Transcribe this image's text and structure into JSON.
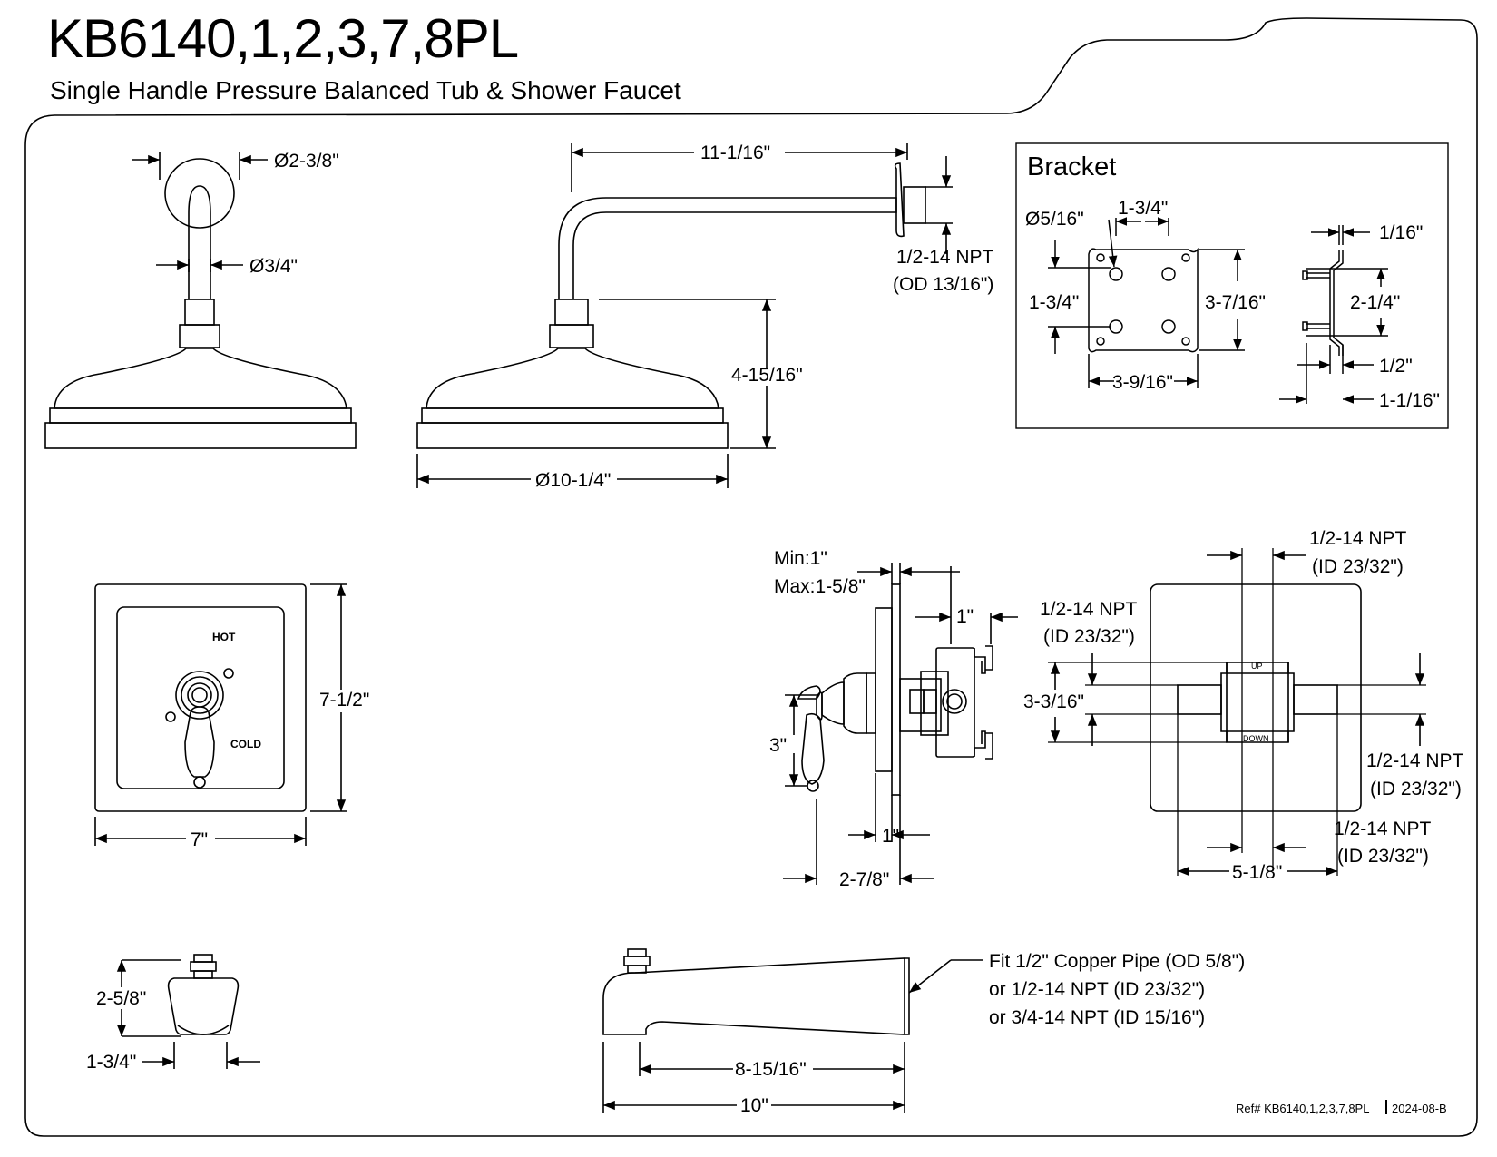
{
  "header": {
    "model": "KB6140,1,2,3,7,8PL",
    "description": "Single Handle Pressure Balanced Tub & Shower Faucet"
  },
  "showerhead_front": {
    "flange_dia": "Ø2-3/8\"",
    "arm_dia": "Ø3/4\""
  },
  "showerhead_side": {
    "arm_length": "11-1/16\"",
    "thread_line1": "1/2-14 NPT",
    "thread_line2": "(OD 13/16\")",
    "head_height": "4-15/16\"",
    "head_dia": "Ø10-1/4\""
  },
  "bracket": {
    "title": "Bracket",
    "hole_dia": "Ø5/16\"",
    "hole_spacing_x": "1-3/4\"",
    "hole_spacing_y": "1-3/4\"",
    "height": "3-7/16\"",
    "width": "3-9/16\"",
    "thickness": "1/16\"",
    "side_span": "2-1/4\"",
    "offset": "1/2\"",
    "depth": "1-1/16\""
  },
  "trim_plate": {
    "hot_label": "HOT",
    "cold_label": "COLD",
    "height": "7-1/2\"",
    "width": "7\""
  },
  "valve_side": {
    "min_label": "Min:1\"",
    "max_label": "Max:1-5/8\"",
    "top_dim": "1\"",
    "handle_height": "3\"",
    "bottom_dim": "1\"",
    "depth": "2-7/8\""
  },
  "valve_body": {
    "top_npt_line1": "1/2-14 NPT",
    "top_npt_line2": "(ID 23/32\")",
    "left_npt_line1": "1/2-14 NPT",
    "left_npt_line2": "(ID 23/32\")",
    "right_npt_line1": "1/2-14 NPT",
    "right_npt_line2": "(ID 23/32\")",
    "bottom_npt_line1": "1/2-14 NPT",
    "bottom_npt_line2": "(ID 23/32\")",
    "up_label": "UP",
    "down_label": "DOWN",
    "port_spacing": "3-3/16\"",
    "width": "5-1/8\""
  },
  "spout_front": {
    "height": "2-5/8\"",
    "width": "1-3/4\""
  },
  "spout_side": {
    "note_line1": "Fit 1/2\" Copper Pipe (OD 5/8\")",
    "note_line2": "or 1/2-14 NPT (ID 23/32\")",
    "note_line3": "or 3/4-14 NPT (ID 15/16\")",
    "reach": "8-15/16\"",
    "length": "10\""
  },
  "footer": {
    "ref": "Ref# KB6140,1,2,3,7,8PL",
    "date": "2024-08-B"
  }
}
